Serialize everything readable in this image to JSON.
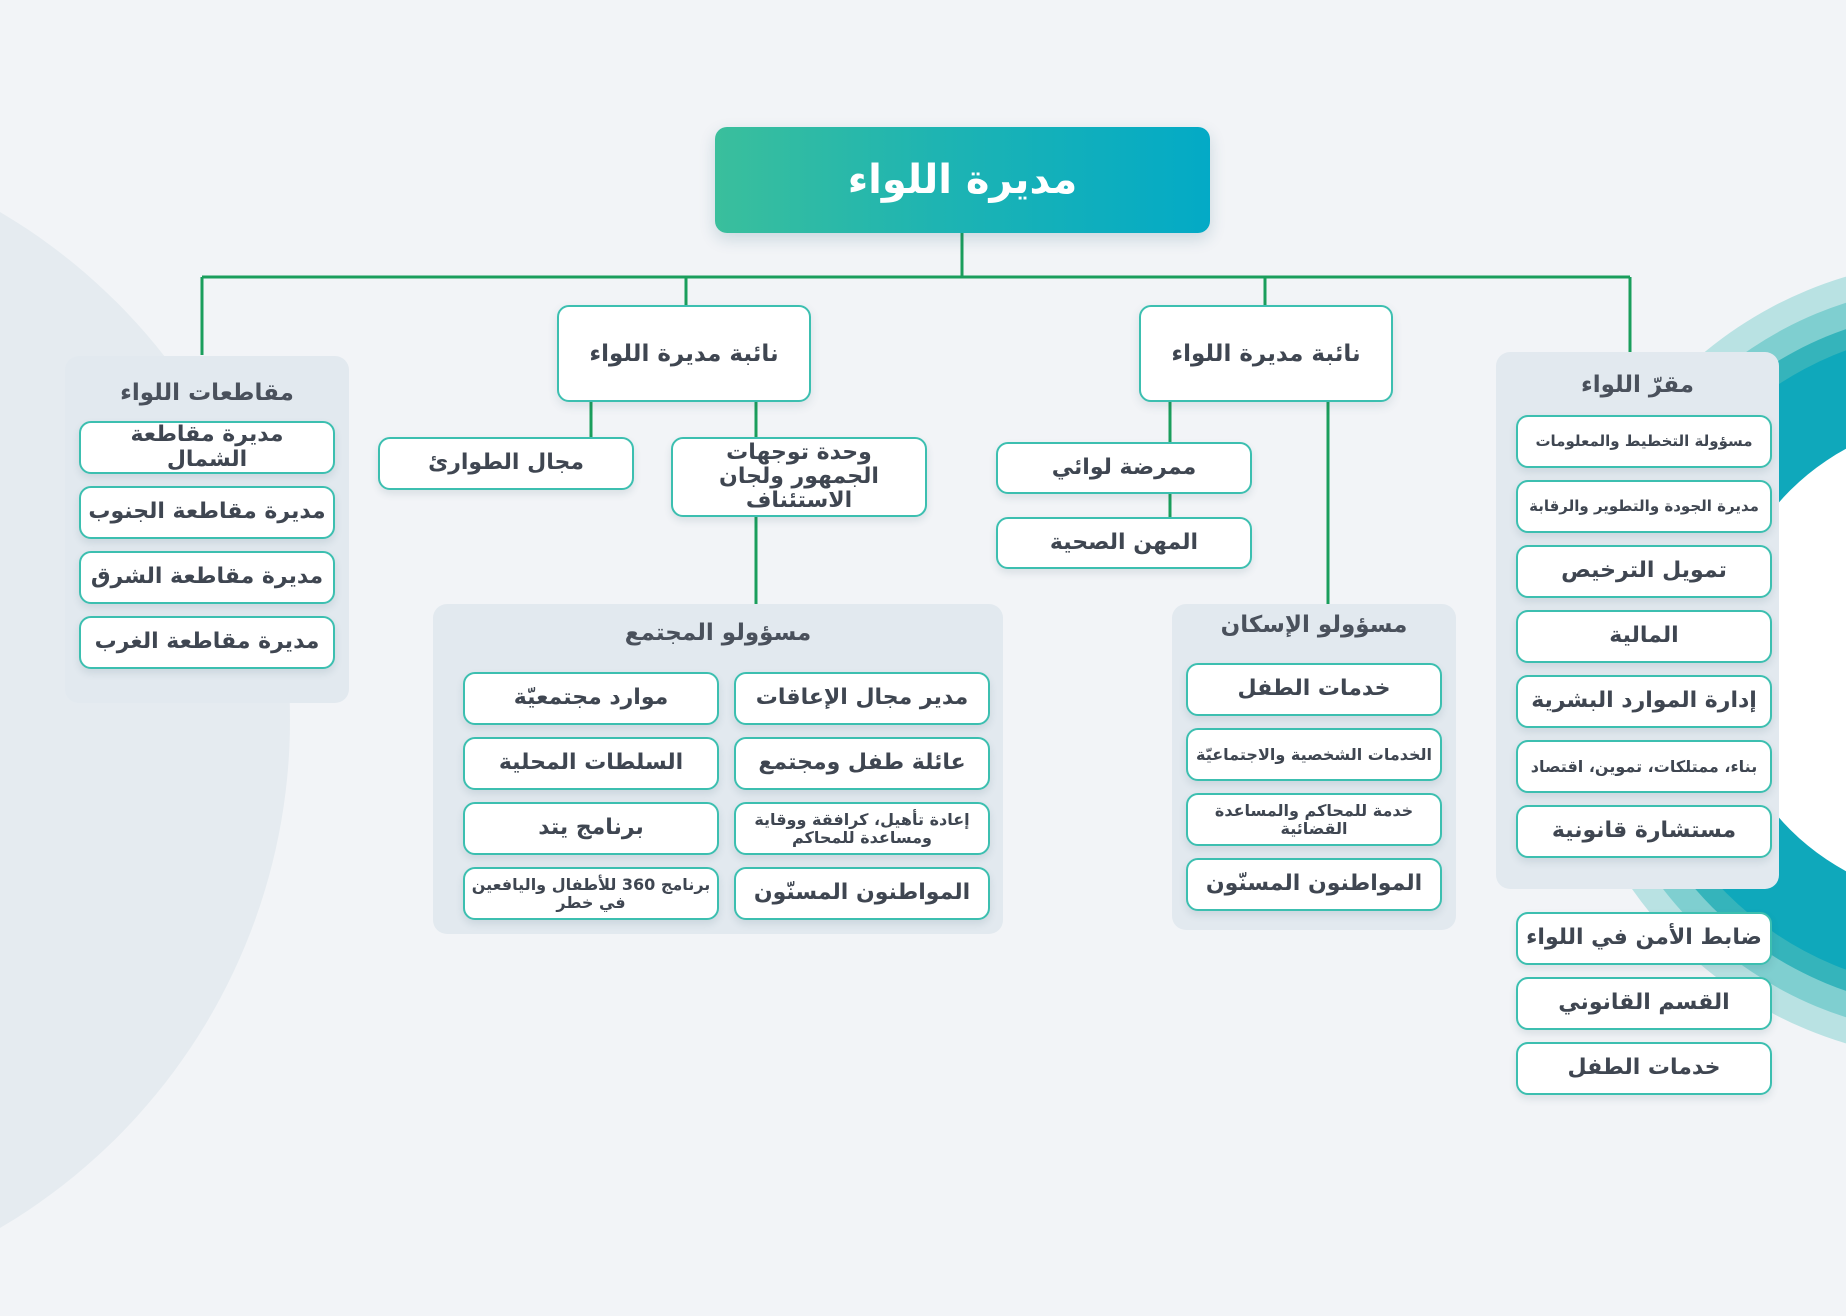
{
  "diagram": {
    "root": "مديرة اللواء",
    "deputy_left": "نائبة مديرة اللواء",
    "deputy_right": "نائبة مديرة اللواء",
    "districts": {
      "title": "مقاطعات اللواء",
      "items": [
        "مديرة مقاطعة الشمال",
        "مديرة مقاطعة الجنوب",
        "مديرة مقاطعة الشرق",
        "مديرة مقاطعة الغرب"
      ]
    },
    "emergency": "مجال الطوارئ",
    "public_unit": "وحدة توجهات الجمهور ولجان الاستئناف",
    "community": {
      "title": "مسؤولو المجتمع",
      "right_column": [
        "مدير مجال الإعاقات",
        "عائلة طفل ومجتمع",
        "إعادة تأهيل، كرافقة ووقاية ومساعدة للمحاكم",
        "المواطنون المسنّون"
      ],
      "left_column": [
        "موارد مجتمعيّة",
        "السلطات المحلية",
        "برنامج يتد",
        "برنامج 360 للأطفال واليافعين في خطر"
      ]
    },
    "nurse": "ممرضة لوائي",
    "health_professions": "المهن الصحية",
    "housing": {
      "title": "مسؤولو الإسكان",
      "items": [
        "خدمات الطفل",
        "الخدمات الشخصية والاجتماعيّة",
        "خدمة للمحاكم والمساعدة القضائية",
        "المواطنون المسنّون"
      ]
    },
    "hq": {
      "title": "مقرّ اللواء",
      "items": [
        "مسؤولة التخطيط والمعلومات",
        "مديرة الجودة والتطوير والرقابة",
        "تمويل الترخيص",
        "المالية",
        "إدارة الموارد البشرية",
        "بناء، ممتلكات، تموين، اقتصاد",
        "مستشارة قانونية"
      ]
    },
    "extra": [
      "ضابط الأمن في اللواء",
      "القسم القانوني",
      "خدمات الطفل"
    ]
  },
  "colors": {
    "background": "#f2f4f7",
    "panel": "#e2e9ef",
    "box_border": "#3cbfb0",
    "connector": "#1a9e5c",
    "gradient_start": "#3abf9c",
    "gradient_end": "#03aac6"
  }
}
